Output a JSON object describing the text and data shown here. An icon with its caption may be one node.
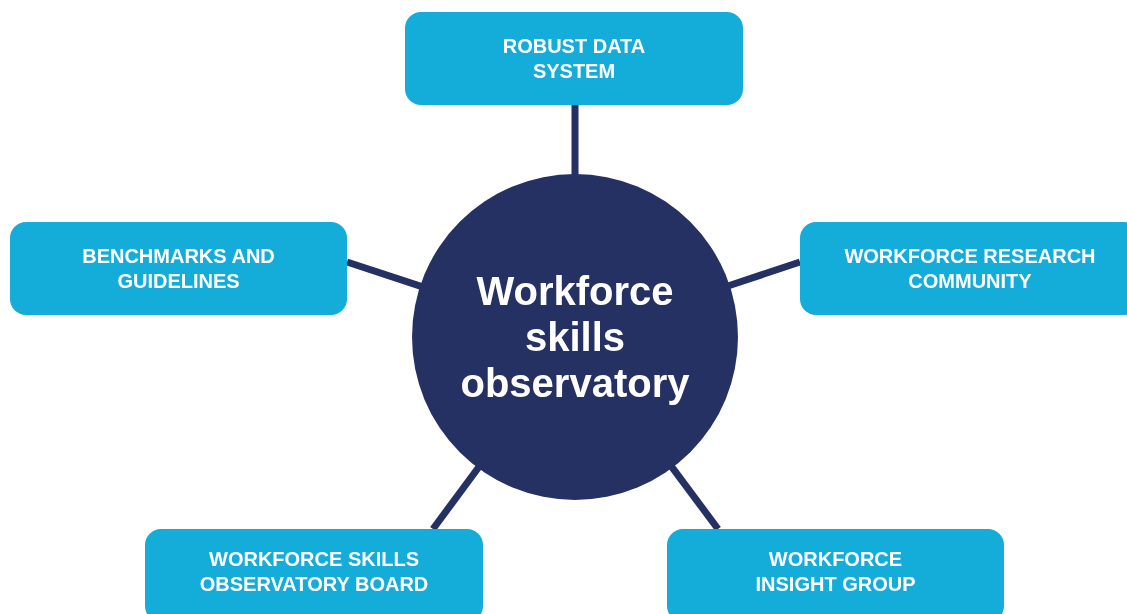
{
  "diagram": {
    "nodes": [
      {
        "text": [
          "ROBUST DATA SYSTEM"
        ]
      },
      {
        "text": [
          "BENCHMARKS AND GUIDELINES"
        ]
      },
      {
        "text": [
          "Workforce skills observatory"
        ]
      },
      {
        "text": [
          "WORKFORCE RESEARCH COMMUNITY"
        ]
      },
      {
        "text": [
          "WORKFORCE SKILLS OBSERVATORY BOARD"
        ]
      },
      {
        "text": [
          "WORKFORCE INSIGHT GROUP"
        ]
      }
    ],
    "edges": [
      {
        "from": 2,
        "to": 0,
        "arrow": "none"
      },
      {
        "from": 2,
        "to": 1,
        "arrow": "none"
      },
      {
        "from": 2,
        "to": 3,
        "arrow": "none"
      },
      {
        "from": 2,
        "to": 4,
        "arrow": "none"
      },
      {
        "from": 2,
        "to": 5,
        "arrow": "none"
      }
    ]
  }
}
